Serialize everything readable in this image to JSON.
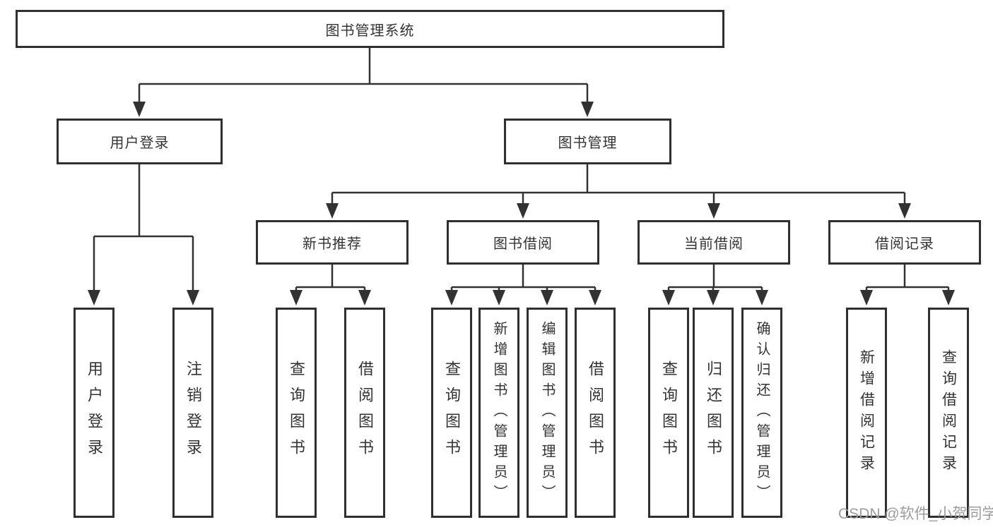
{
  "tree": {
    "root": "图书管理系统",
    "user": {
      "label": "用户登录",
      "children": [
        {
          "label": "用户登录"
        },
        {
          "label": "注销登录"
        }
      ]
    },
    "book": {
      "label": "图书管理",
      "groups": [
        {
          "label": "新书推荐",
          "children": [
            {
              "label": "查询图书"
            },
            {
              "label": "借阅图书"
            }
          ]
        },
        {
          "label": "图书借阅",
          "children": [
            {
              "label": "查询图书"
            },
            {
              "label": "新增图书（管理员）"
            },
            {
              "label": "编辑图书（管理员）"
            },
            {
              "label": "借阅图书"
            }
          ]
        },
        {
          "label": "当前借阅",
          "children": [
            {
              "label": "查询图书"
            },
            {
              "label": "归还图书"
            },
            {
              "label": "确认归还（管理员）"
            }
          ]
        },
        {
          "label": "借阅记录",
          "children": [
            {
              "label": "新增借阅记录"
            },
            {
              "label": "查询借阅记录"
            }
          ]
        }
      ]
    }
  },
  "watermark": {
    "text": "CSDN @软件_小贺同学"
  },
  "colors": {
    "line": "#323232",
    "border": "#2f2f2f",
    "text": "#333333",
    "watermark": "#9c9c9c",
    "background": "#ffffff"
  }
}
